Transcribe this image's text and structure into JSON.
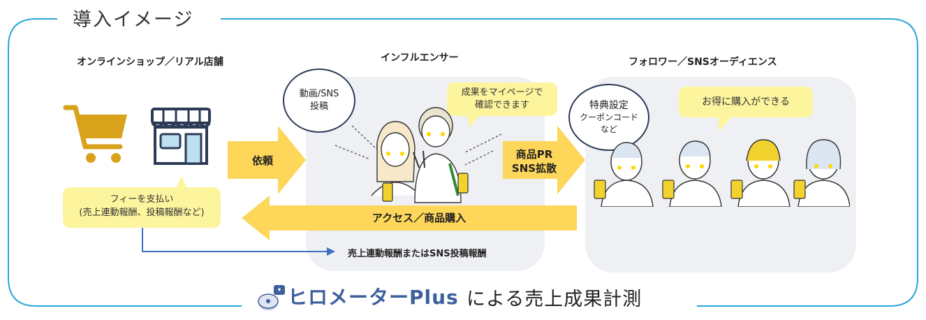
{
  "title": "導入イメージ",
  "columns": {
    "shop": "オンラインショップ／リアル店舗",
    "influencer": "インフルエンサー",
    "followers": "フォロワー／SNSオーディエンス"
  },
  "arrows": {
    "request": "依頼",
    "product_pr_line1": "商品PR",
    "product_pr_line2": "SNS拡散",
    "access": "アクセス／商品購入"
  },
  "bubbles": {
    "fee_line1": "フィーを支払い",
    "fee_line2": "(売上連動報酬、投稿報酬など)",
    "video_line1": "動画/SNS",
    "video_line2": "投稿",
    "results_line1": "成果をマイページで",
    "results_line2": "確認できます",
    "perks_line1": "特典設定",
    "perks_line2": "クーポンコード",
    "perks_line3": "など",
    "purchase": "お得に購入ができる"
  },
  "reward_note": "売上連動報酬またはSNS投稿報酬",
  "footer": {
    "brand": "ヒロメーターPlus",
    "text": "による売上成果計測"
  },
  "colors": {
    "frame": "#2aa7d6",
    "arrow": "#fdd65a",
    "bubble": "#fdf49e",
    "panel": "#eef0f4",
    "cart": "#d9a21b",
    "store": "#2b3a55",
    "brand": "#3d5f9c"
  }
}
